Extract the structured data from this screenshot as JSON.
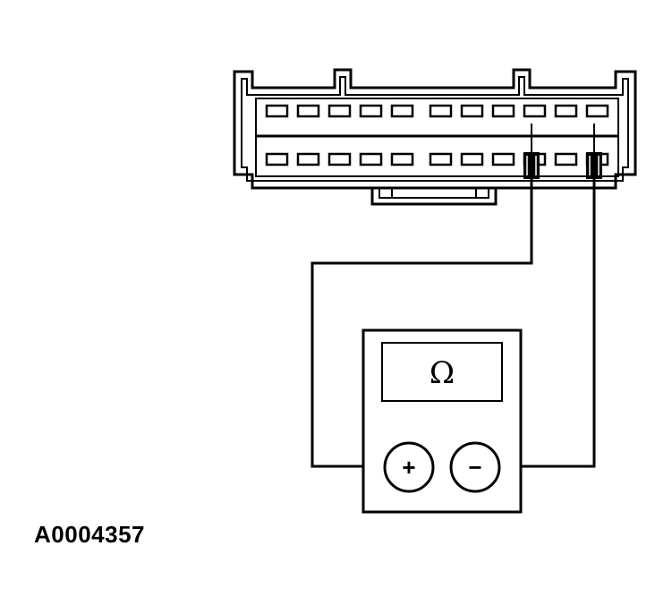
{
  "connector": {
    "rows": 2,
    "pins_per_row": 11,
    "probed_pins": [
      {
        "row": 2,
        "position": 9
      },
      {
        "row": 2,
        "position": 11
      }
    ]
  },
  "meter": {
    "display_symbol": "Ω",
    "positive_terminal": "+",
    "negative_terminal": "−"
  },
  "figure_id": "A0004357",
  "colors": {
    "line": "#000000",
    "background": "#ffffff"
  }
}
